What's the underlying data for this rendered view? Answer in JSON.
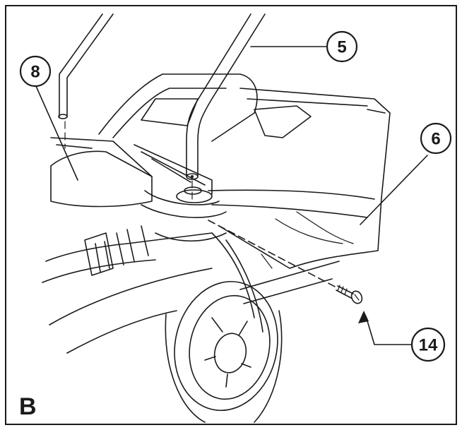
{
  "panel_label": "B",
  "callouts": [
    {
      "id": "handle",
      "label": "5"
    },
    {
      "id": "grass-bag",
      "label": "6"
    },
    {
      "id": "cover",
      "label": "8"
    },
    {
      "id": "screw",
      "label": "14"
    }
  ],
  "colors": {
    "line": "#1a1a1a",
    "background": "#ffffff"
  }
}
